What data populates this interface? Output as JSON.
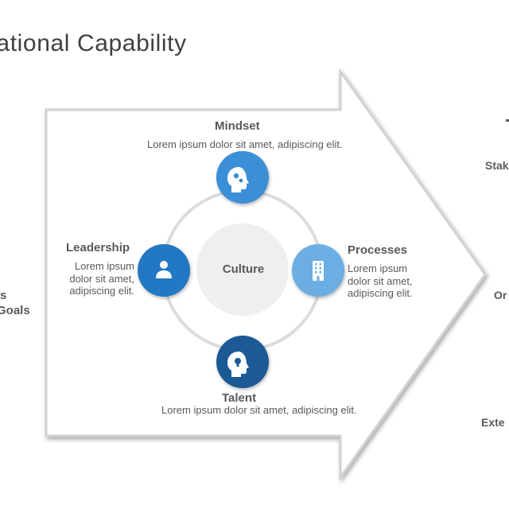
{
  "title": "anizational Capability",
  "center": {
    "label": "Culture"
  },
  "nodes": {
    "mindset": {
      "label": "Mindset",
      "description": "Lorem ipsum dolor sit amet, adipiscing elit.",
      "color": "#3b8fd6",
      "icon": "gears-head-icon"
    },
    "leadership": {
      "label": "Leadership",
      "description_lines": [
        "Lorem ipsum",
        "dolor sit amet,",
        "adipiscing elit."
      ],
      "color": "#2478c2",
      "icon": "person-icon"
    },
    "processes": {
      "label": "Processes",
      "description_lines": [
        "Lorem ipsum",
        "dolor sit amet,",
        "adipiscing elit."
      ],
      "color": "#6aaee3",
      "icon": "building-icon"
    },
    "talent": {
      "label": "Talent",
      "description": "Lorem ipsum dolor sit amet, adipiscing elit.",
      "color": "#1a5a96",
      "icon": "lightbulb-head-icon"
    }
  },
  "left_side": {
    "line1": "s",
    "line2": "Goals"
  },
  "right_side": {
    "item1": "Stak",
    "item2": "Or",
    "item3": "Exte"
  },
  "colors": {
    "ring": "#d9d9d9",
    "center_fill": "#efefef",
    "arrow_stroke": "#cfcfcf",
    "text": "#595959"
  }
}
